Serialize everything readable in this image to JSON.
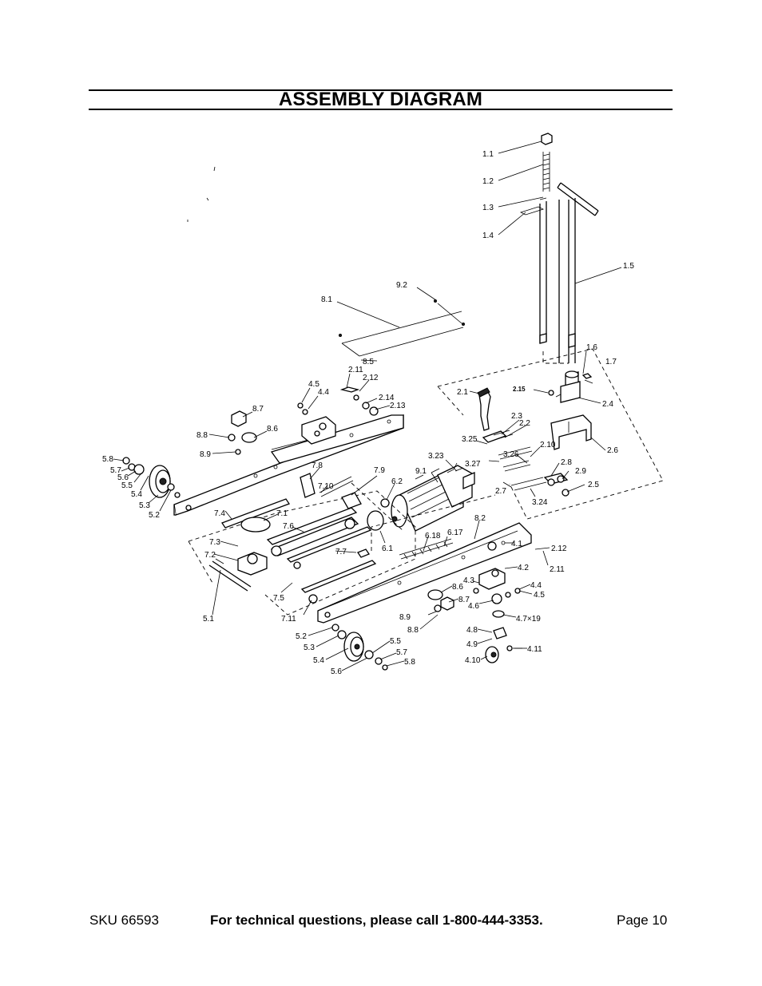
{
  "header": {
    "title": "ASSEMBLY DIAGRAM"
  },
  "diagram": {
    "part_labels": [
      "1.1",
      "1.2",
      "1.3",
      "1.4",
      "1.5",
      "1.6",
      "1.7",
      "9.2",
      "8.1",
      "8.5",
      "2.11",
      "2.12",
      "4.5",
      "4.4",
      "2.14",
      "2.13",
      "8.7",
      "8.6",
      "8.8",
      "8.9",
      "2.15",
      "2.4",
      "2.1",
      "2.3",
      "2.2",
      "3.25",
      "2.10",
      "2.6",
      "3.23",
      "3.26",
      "3.27",
      "2.8",
      "2.9",
      "2.5",
      "2.7",
      "3.24",
      "9.1",
      "6.2",
      "7.9",
      "7.8",
      "7.10",
      "5.8",
      "5.7",
      "5.6",
      "5.5",
      "5.4",
      "5.3",
      "5.2",
      "7.4",
      "7.1",
      "7.6",
      "7.3",
      "7.2",
      "7.5",
      "7.7",
      "5.1",
      "7.11",
      "6.1",
      "6.18",
      "6.17",
      "8.2",
      "4.1",
      "2.12",
      "2.11",
      "4.2",
      "4.3",
      "4.4",
      "4.5",
      "8.6",
      "8.7",
      "4.6",
      "4.7×19",
      "8.9",
      "8.8",
      "4.8",
      "4.9",
      "4.10",
      "4.11",
      "5.2",
      "5.3",
      "5.4",
      "5.5",
      "5.7",
      "5.8",
      "5.6"
    ]
  },
  "footer": {
    "sku": "SKU 66593",
    "tech_line": "For technical questions, please call 1-800-444-3353.",
    "page": "Page 10"
  }
}
